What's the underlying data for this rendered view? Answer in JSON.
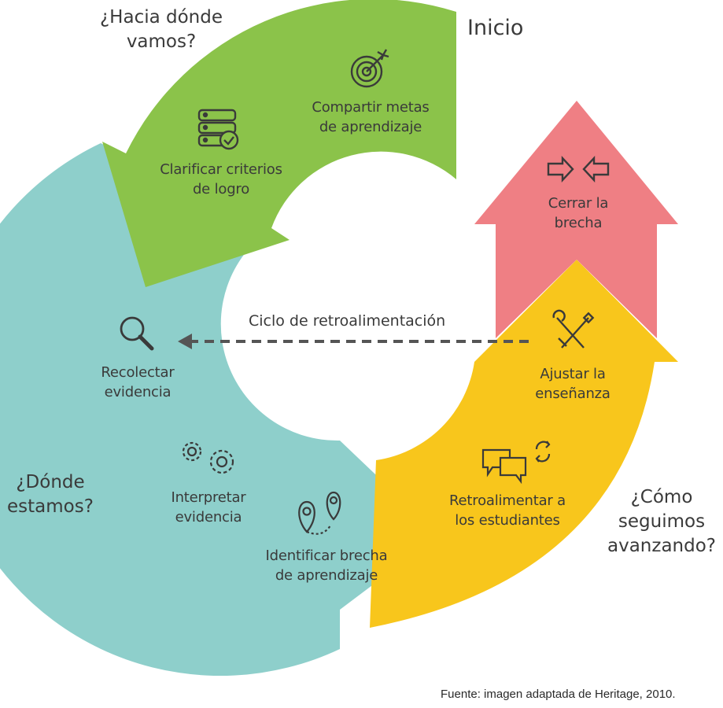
{
  "start_label": "Inicio",
  "cycle_label": "Ciclo de retroalimentación",
  "source": "Fuente: imagen adaptada de Heritage, 2010.",
  "questions": {
    "where_going": "¿Hacia dónde\nvamos?",
    "where_are": "¿Dónde\nestamos?",
    "how_advance": "¿Cómo\nseguimos\navanzando?"
  },
  "steps": {
    "share_goals": "Compartir metas\nde aprendizaje",
    "clarify_criteria": "Clarificar criterios\nde logro",
    "collect_evidence": "Recolectar\nevidencia",
    "interpret_evidence": "Interpretar\nevidencia",
    "identify_gap": "Identificar brecha\nde aprendizaje",
    "feedback_students": "Retroalimentar a\nlos estudiantes",
    "adjust_teaching": "Ajustar la\nenseñanza",
    "close_gap": "Cerrar la\nbrecha"
  },
  "icons": [
    "target-icon",
    "server-check-icon",
    "magnifier-icon",
    "gears-icon",
    "location-pins-icon",
    "chat-bubbles-icon",
    "refresh-icon",
    "tools-icon",
    "converging-arrows-icon"
  ],
  "colors": {
    "green": "#8bc34a",
    "teal": "#8ecfcb",
    "yellow": "#f8c61c",
    "pink": "#ef7f84",
    "text": "#3a3a3a",
    "dashes": "#555555"
  }
}
